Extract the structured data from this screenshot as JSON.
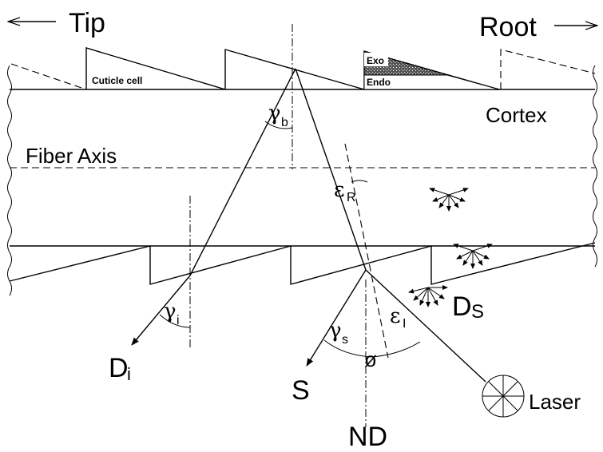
{
  "labels": {
    "tip": "Tip",
    "root": "Root",
    "cuticle_cell": "Cuticle cell",
    "exo": "Exo",
    "endo": "Endo",
    "cortex": "Cortex",
    "fiber_axis": "Fiber Axis",
    "gamma": "γ",
    "gamma_b_sub": "b",
    "gamma_i_sub": "i",
    "gamma_s_sub": "s",
    "epsilon": "ε",
    "epsilon_r_sub": "R",
    "epsilon_i_sub": "I",
    "d_i": "D",
    "d_i_sub": "i",
    "d_s": "D",
    "d_s_sub": "S",
    "s": "S",
    "phi": "ø",
    "laser": "Laser",
    "nd": "ND"
  }
}
